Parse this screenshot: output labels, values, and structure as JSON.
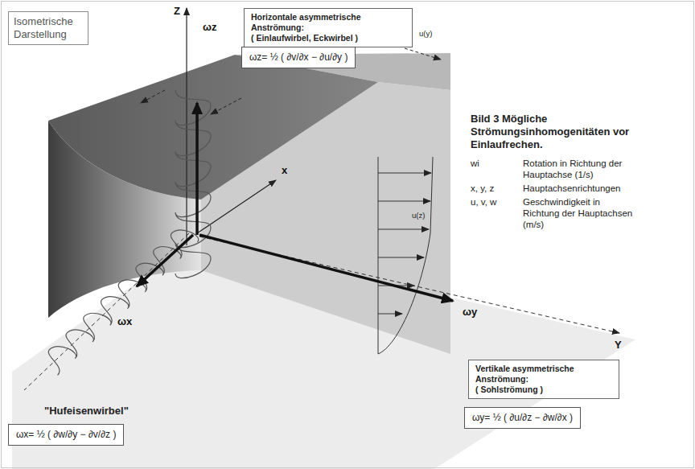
{
  "diagram": {
    "caption": "Bild 3 Mögliche Strömungsinhomogenitäten vor Einlaufrechen.",
    "nodes": [
      {
        "text": [
          "Isometrische Darstellung"
        ]
      },
      {
        "text": [
          "Horizontale asymmetrische Anströmung:",
          "( Einlaufwirbel, Eckwirbel )"
        ]
      },
      {
        "text": [
          "ωz= ½ ( ∂v/∂x − ∂u/∂y )"
        ]
      },
      {
        "text": [
          "\"Hufeisenwirbel\"",
          "ωx= ½ ( ∂w/∂y − ∂v/∂z )"
        ]
      },
      {
        "text": [
          "Vertikale asymmetrische Anströmung:",
          "( Sohlströmung )"
        ]
      },
      {
        "text": [
          "ωy= ½ ( ∂u/∂z − ∂w/∂x )"
        ]
      }
    ],
    "labels": [
      "Z",
      "ωz",
      "u(y)",
      "x",
      "u(z)",
      "ωx",
      "ωy",
      "Y",
      "wi",
      "Rotation in Richtung der Hauptachse (1/s)",
      "x, y, z",
      "Hauptachsenrichtungen",
      "u, v, w",
      "Geschwindigkeit in Richtung der Hauptachsen (m/s)"
    ]
  }
}
